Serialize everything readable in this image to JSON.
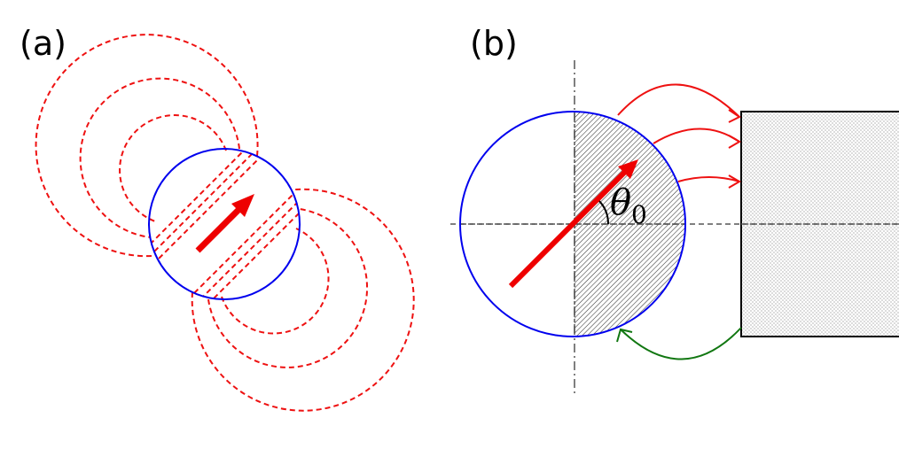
{
  "panels": [
    {
      "label": "(a)"
    },
    {
      "label": "(b)"
    }
  ],
  "angle": {
    "symbol": "θ",
    "subscript": "0"
  },
  "colors": {
    "sphere": "#0000ee",
    "field_lines": "#ee1111",
    "moment_arrow": "#ee0000",
    "return_arrow": "#117711",
    "axes": "#555555",
    "outline": "#000000"
  }
}
